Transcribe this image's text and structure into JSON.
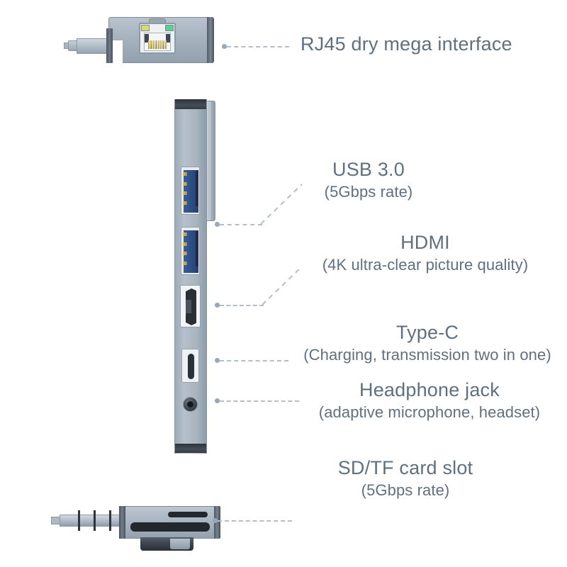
{
  "page": {
    "kind": "product-feature-diagram",
    "subject": "multi-port USB-C hub",
    "background_color": "#ffffff",
    "text_color": "#5f7081",
    "leader_line_color": "#b3bec9",
    "body_color": "#a7b3bf",
    "accent_blue": "#2f4f87"
  },
  "callouts": [
    {
      "id": "rj45",
      "title": "RJ45 dry mega interface",
      "sub": ""
    },
    {
      "id": "usb3",
      "title": "USB 3.0",
      "sub": "(5Gbps rate)"
    },
    {
      "id": "hdmi",
      "title": "HDMI",
      "sub": "(4K ultra-clear picture quality)"
    },
    {
      "id": "typec",
      "title": "Type-C",
      "sub": "(Charging, transmission two in one)"
    },
    {
      "id": "headphone",
      "title": "Headphone jack",
      "sub": "(adaptive microphone, headset)"
    },
    {
      "id": "sdtf",
      "title": "SD/TF card slot",
      "sub": "(5Gbps rate)"
    }
  ],
  "devices": {
    "rj45_module": {
      "name": "RJ45 ethernet adapter",
      "led_yellow": "#d6dd6a",
      "led_green": "#5fcf8e"
    },
    "hub": {
      "name": "vertical hub body",
      "ports_top_to_bottom": [
        "USB 3.0 port",
        "USB 3.0 port",
        "HDMI port",
        "Type-C port",
        "Headphone jack"
      ]
    },
    "sd_module": {
      "name": "SD/TF card reader",
      "slots": [
        "TF slot",
        "SD slot"
      ]
    }
  }
}
